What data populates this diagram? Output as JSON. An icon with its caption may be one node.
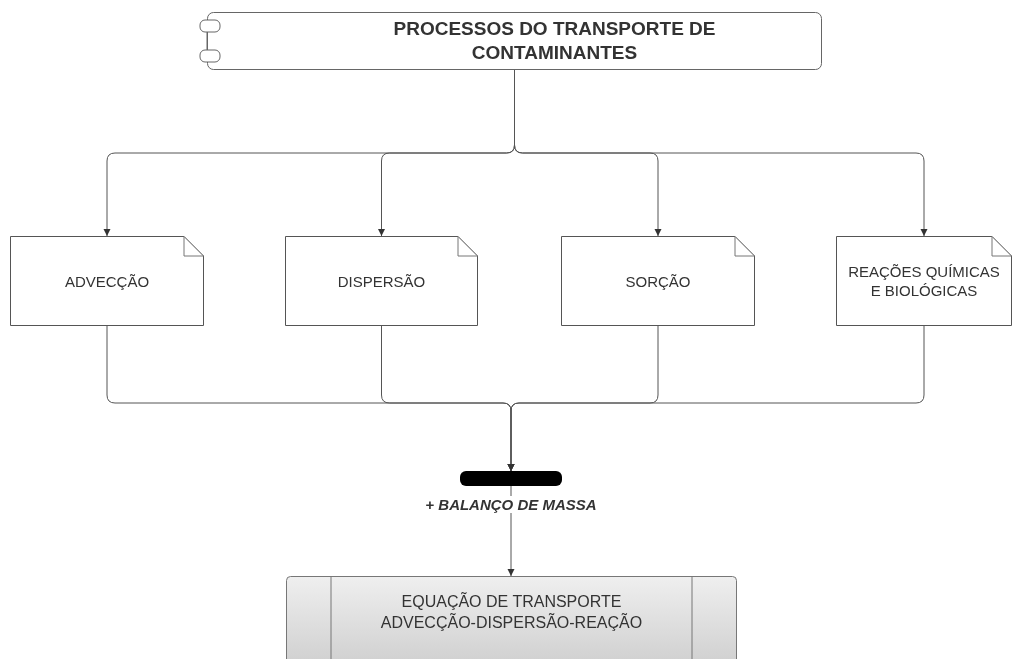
{
  "diagram": {
    "nodes": [
      {
        "text": [
          "PROCESSOS DO TRANSPORTE DE CONTAMINANTES"
        ]
      },
      {
        "text": [
          "ADVECÇÃO"
        ]
      },
      {
        "text": [
          "DISPERSÃO"
        ]
      },
      {
        "text": [
          "SORÇÃO"
        ]
      },
      {
        "text": [
          "REAÇÕES QUÍMICAS E BIOLÓGICAS"
        ]
      },
      {
        "text": [],
        "shape": "bar",
        "beside": [
          "+ BALANÇO DE MASSA"
        ]
      },
      {
        "text": [
          "EQUAÇÃO DE TRANSPORTE ADVECÇÃO-DISPERSÃO-REAÇÃO"
        ]
      }
    ],
    "edges": [
      {
        "from": 0,
        "to": 1,
        "arrow": "to"
      },
      {
        "from": 0,
        "to": 2,
        "arrow": "to"
      },
      {
        "from": 0,
        "to": 3,
        "arrow": "to"
      },
      {
        "from": 0,
        "to": 4,
        "arrow": "to"
      },
      {
        "from": 1,
        "to": 5,
        "arrow": "to"
      },
      {
        "from": 2,
        "to": 5,
        "arrow": "to"
      },
      {
        "from": 3,
        "to": 5,
        "arrow": "to"
      },
      {
        "from": 4,
        "to": 5,
        "arrow": "to"
      },
      {
        "from": 5,
        "to": 6,
        "arrow": "to"
      }
    ]
  }
}
